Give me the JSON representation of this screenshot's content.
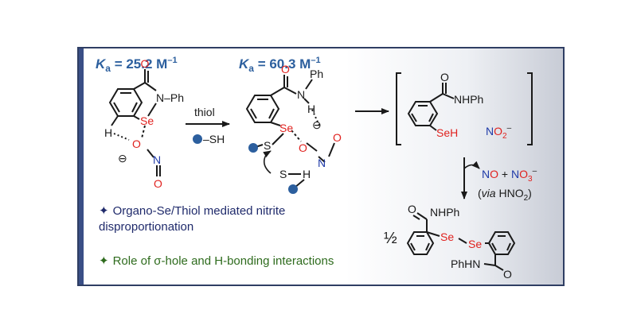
{
  "colors": {
    "accent_blue": "#2c5f9e",
    "red": "#e0221f",
    "n_blue": "#1f3aa8",
    "navy_text": "#1f2a6b",
    "green_text": "#2e6b1d",
    "dark": "#1a1a1a"
  },
  "left_complex": {
    "ka_italic": "K",
    "ka_sub": "a",
    "ka_value": " = 25.2 M",
    "ka_unit_sup": "–1",
    "n_ph": "N–Ph",
    "se": "Se",
    "h": "H",
    "o_red": "O",
    "n_blue": "N",
    "o_bottom": "O",
    "minus": "⊖"
  },
  "reagent": {
    "label": "thiol",
    "sh": "–SH"
  },
  "middle_complex": {
    "ka_italic": "K",
    "ka_sub": "a",
    "ka_value": " = 60.3 M",
    "ka_unit_sup": "–1",
    "o_top": "O",
    "n_amide": "N",
    "ph": "Ph",
    "h_amide": "H",
    "se": "Se",
    "s1": "S",
    "o_red": "O",
    "o_red2": "O",
    "n_blue": "N",
    "minus": "⊖",
    "s2": "S",
    "h2": "H"
  },
  "selenol_product": {
    "o": "O",
    "nhph": "NHPh",
    "seh": "SeH",
    "no2_n": "N",
    "no2_o": "O",
    "no2_sub": "2",
    "no2_sup": "–"
  },
  "gas_products": {
    "no_n": "N",
    "no_o": "O",
    "plus": " + ",
    "no3_n": "N",
    "no3_o": "O",
    "no3_sub": "3",
    "no3_sup": "–",
    "via_open": "(",
    "via": "via",
    "hno2": " HNO",
    "hno2_sub": "2",
    "via_close": ")"
  },
  "diselenide": {
    "half": "½",
    "nhph": "NHPh",
    "se1": "Se",
    "se2": "Se",
    "phhn": "PhHN",
    "o": "O"
  },
  "bullets": [
    {
      "symbol": "✦",
      "line1": "Organo-Se/Thiol mediated nitrite",
      "line2": "disproportionation"
    },
    {
      "symbol": "✦",
      "text_before": "Role of ",
      "sigma": "σ",
      "text_after": "-hole and H-bonding interactions"
    }
  ]
}
